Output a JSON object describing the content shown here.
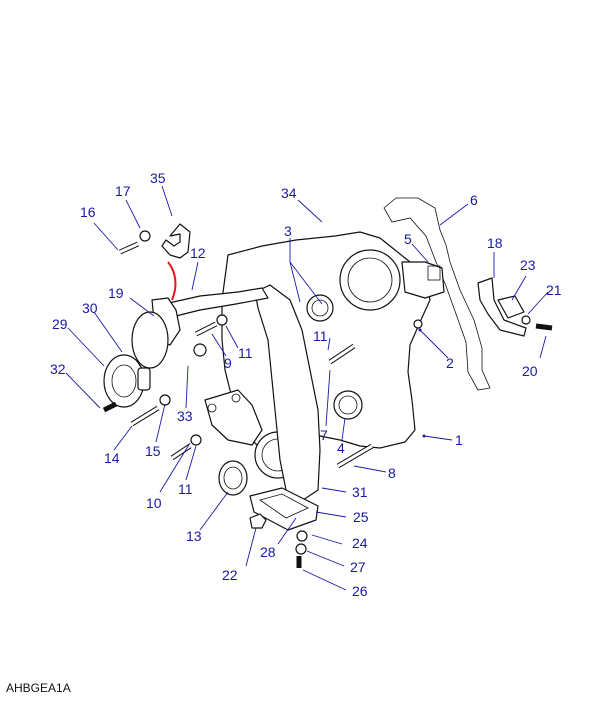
{
  "diagram": {
    "reference_code": "AHBGEA1A",
    "callouts": [
      "1",
      "2",
      "3",
      "4",
      "5",
      "6",
      "7",
      "8",
      "9",
      "10",
      "11",
      "12",
      "13",
      "14",
      "15",
      "16",
      "17",
      "18",
      "19",
      "20",
      "21",
      "22",
      "23",
      "24",
      "25",
      "26",
      "27",
      "28",
      "29",
      "30",
      "31",
      "32",
      "33",
      "34",
      "35"
    ],
    "colors": {
      "callout": "#1a1aa6",
      "line_art": "#111111",
      "highlight": "#e8141b"
    }
  }
}
